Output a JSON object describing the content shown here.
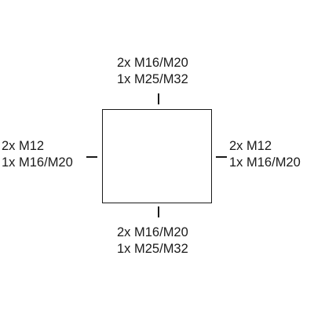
{
  "diagram": {
    "top": {
      "line1": "2x M16/M20",
      "line2": "1x M25/M32"
    },
    "bottom": {
      "line1": "2x M16/M20",
      "line2": "1x M25/M32"
    },
    "left": {
      "line1": "2x M12",
      "line2": "1x M16/M20"
    },
    "right": {
      "line1": "2x M12",
      "line2": "1x M16/M20"
    }
  }
}
